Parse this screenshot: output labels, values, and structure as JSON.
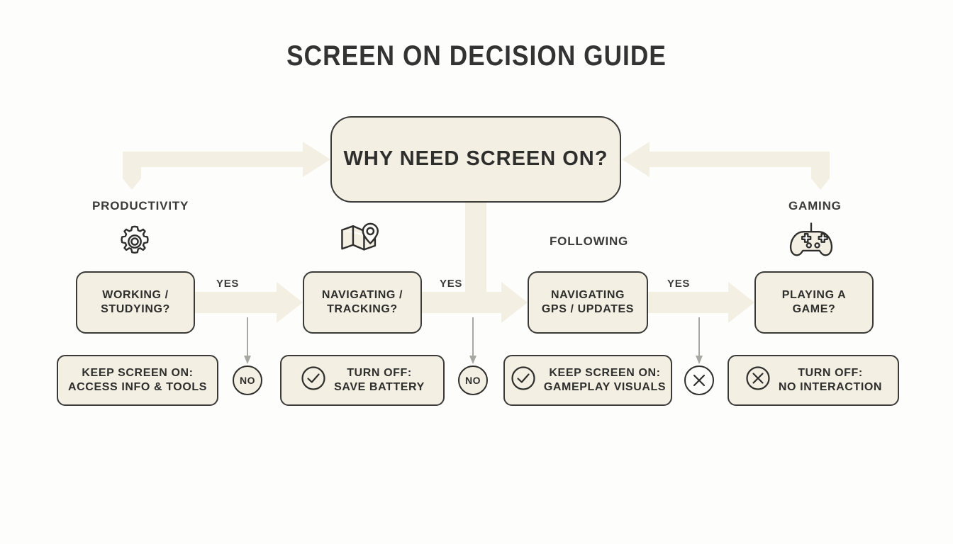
{
  "page": {
    "title": "SCREEN ON DECISION GUIDE",
    "background_color": "#fdfdfc",
    "node_fill": "#f3efe3",
    "node_border": "#3a3a38",
    "arrow_color": "#f3efe3",
    "text_color": "#2e2e2c",
    "connector_color": "#a8a8a2"
  },
  "root": {
    "label": "WHY NEED SCREEN ON?"
  },
  "categories": [
    {
      "id": "productivity",
      "label": "PRODUCTIVITY",
      "icon": "gear-icon"
    },
    {
      "id": "following",
      "label": "FOLLOWING",
      "icon": "none"
    },
    {
      "id": "gaming",
      "label": "GAMING",
      "icon": "gamepad-icon"
    }
  ],
  "branches": [
    {
      "id": "branch-1",
      "question": "WORKING / STUDYING?",
      "question_line1": "WORKING /",
      "question_line2": "STUDYING?",
      "yes_label": "YES",
      "no_badge": "NO",
      "no_badge_type": "text",
      "outcome_line1": "KEEP SCREEN ON:",
      "outcome_line2": "ACCESS INFO & TOOLS",
      "outcome_icon": "none"
    },
    {
      "id": "branch-2",
      "question": "NAVIGATING / TRACKING?",
      "question_line1": "NAVIGATING /",
      "question_line2": "TRACKING?",
      "yes_label": "YES",
      "no_badge": "NO",
      "no_badge_type": "text",
      "outcome_line1": "TURN OFF:",
      "outcome_line2": "SAVE BATTERY",
      "outcome_icon": "check-circle-icon"
    },
    {
      "id": "branch-3",
      "question": "NAVIGATING GPS / UPDATES",
      "question_line1": "NAVIGATING",
      "question_line2": "GPS / UPDATES",
      "yes_label": "YES",
      "no_badge": "",
      "no_badge_type": "x-circle-icon",
      "outcome_line1": "KEEP SCREEN ON:",
      "outcome_line2": "GAMEPLAY VISUALS",
      "outcome_icon": "check-circle-icon"
    },
    {
      "id": "branch-4",
      "question": "PLAYING A GAME?",
      "question_line1": "PLAYING A",
      "question_line2": "GAME?",
      "yes_label": "",
      "no_badge": "",
      "no_badge_type": "none",
      "outcome_line1": "TURN OFF:",
      "outcome_line2": "NO INTERACTION",
      "outcome_icon": "x-circle-icon"
    }
  ],
  "icons": {
    "map": "map-pin-icon",
    "gear": "gear-icon",
    "gamepad": "gamepad-icon",
    "check_circle": "check-circle-icon",
    "x_circle": "x-circle-icon"
  }
}
